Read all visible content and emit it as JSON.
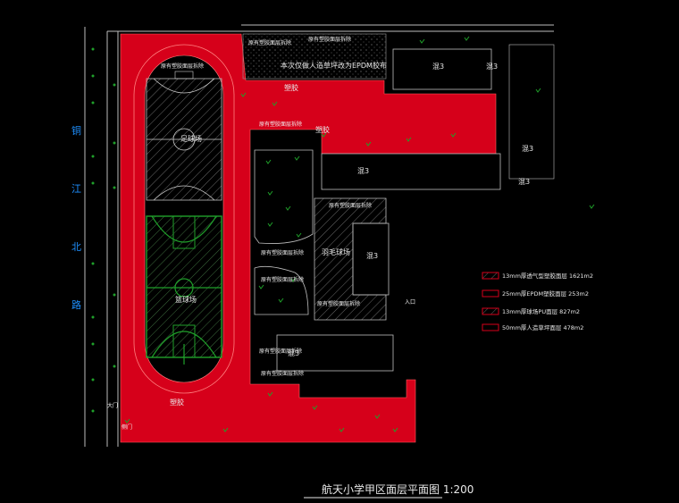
{
  "title": "航天小学甲区面层平面图 1:200",
  "road_name": [
    "铜",
    "江",
    "北",
    "路"
  ],
  "labels": {
    "top_note": "本次仅做人造草坪改为EPDM胶布",
    "plastic_a": "塑胶",
    "plastic_b": "塑胶",
    "plastic_c": "塑胶",
    "building_a": "混3",
    "building_b": "混3",
    "building_c": "混3",
    "building_d": "混3",
    "building_e": "混3",
    "building_f": "混3",
    "building_g": "混3",
    "court_upper": "足球场",
    "court_lower": "篮球场",
    "badminton": "羽毛球场",
    "small_tag_a": "原有塑胶面层拆除",
    "small_tag_b": "原有塑胶面层拆除",
    "small_tag_c": "原有塑胶面层拆除",
    "small_tag_d": "原有塑胶面层拆除",
    "small_tag_e": "原有塑胶面层拆除",
    "small_tag_f": "原有塑胶面层拆除",
    "small_tag_g": "原有塑胶面层拆除",
    "small_tag_h": "原有塑胶面层拆除",
    "small_tag_i": "原有塑胶面层拆除",
    "small_tag_j": "原有塑胶面层拆除",
    "gate_a": "大门",
    "gate_b": "侧门",
    "gate_c": "入口"
  },
  "legend": [
    {
      "text": "13mm厚透气型塑胶面层 1621m2",
      "swatch": "outline"
    },
    {
      "text": "25mm厚EPDM塑胶面层 253m2",
      "swatch": "solid"
    },
    {
      "text": "13mm厚球场PU面层 827m2",
      "swatch": "hatch"
    },
    {
      "text": "50mm厚人造草坪面层 478m2",
      "swatch": "outline"
    }
  ],
  "colors": {
    "plastic_red": "#d6001a",
    "green": "#1fa02a",
    "line_gray": "#bdbdbd",
    "road_blue": "#1e90ff",
    "hatch_gray": "#6a6a6a"
  }
}
